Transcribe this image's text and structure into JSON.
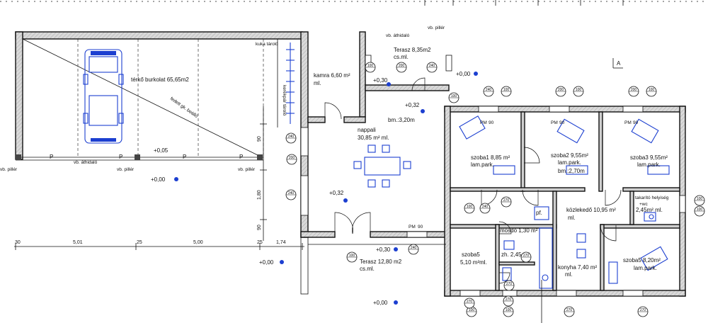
{
  "rooms": {
    "garage_surface": "térkő burkolat 65,65m2",
    "kamra": "kamra 6,60 m²",
    "kamra_floor": "ml.",
    "terasz_top": "Terasz 8,35m2",
    "terasz_top_floor": "cs.ml.",
    "nappali": "nappali",
    "nappali_area": "30,85 m² ml.",
    "nappali_height": "bm.:3,20m",
    "szoba1": "szoba1 8,85 m²",
    "szoba1_floor": "lam.park.",
    "szoba2": "szoba2 9,55m²",
    "szoba2_floor": "lam.park.",
    "szoba2_height": "bm.:2,70m",
    "szoba3": "szoba3 9,55m²",
    "szoba3_floor": "lam.park.",
    "kozlekedo": "közlekedő 10,95 m²",
    "kozlekedo_floor": "ml.",
    "takaritoszer": "takarító helyiség",
    "wc": "+wc",
    "wc_area": "2,45m² ml.",
    "mosdo": "mosdó 1,30 m²",
    "zuh": "zh. 2,45 m²",
    "konyha": "konyha 7,40 m²",
    "konyha_floor": "ml.",
    "szoba5": "szoba5",
    "szoba5_area": "5,10 m²ml.",
    "szoba6": "szoba5 8,20m²",
    "szoba6_floor": "lam.park.",
    "terasz_bottom": "Terasz 12,80 m2",
    "terasz_bottom_floor": "cs.ml.",
    "pf": "pf."
  },
  "labels": {
    "vb_athidalo_top": "vb. áthidaló",
    "vb_piller_top": "vb. pillér",
    "vb_athidalo_garage": "vb. áthidaló",
    "vb_piller_left": "vb. pillér",
    "vb_piller_mid": "vb. pillér",
    "vb_piller_right": "vb. pillér",
    "kuka_tarolo": "kuka tároló",
    "fedett_beallo": "fedett gk. beálló",
    "kerekpar_tarolo": "kerékpár tároló",
    "section_marker": "A",
    "p1": "P",
    "p2": "P",
    "p3": "P",
    "p4": "P"
  },
  "levels": {
    "l_garage": "+0,05",
    "l_garage_ground": "+0,00",
    "l_nappali": "+0,32",
    "l_terasz_top": "+0,30",
    "l_kozl": "+0,32",
    "l_top_right": "+0,00",
    "l_terasz_bottom": "+0,30",
    "l_left_bottom": "+0,00",
    "l_bottom": "+0,00"
  },
  "dimensions": {
    "d1": "30",
    "d2": "5,01",
    "d3": "25",
    "d4": "5,00",
    "d5": "25",
    "d6": "1,74",
    "v1": "1,80",
    "v2": "90",
    "v3": "90"
  },
  "tags": [
    "100",
    "200",
    "240",
    "100",
    "240",
    "100",
    "200",
    "100",
    "200",
    "100",
    "240",
    "200",
    "240",
    "100",
    "240",
    "100",
    "240",
    "100",
    "100",
    "270",
    "270",
    "270",
    "270",
    "270",
    "270",
    "270",
    "100",
    "100"
  ],
  "window_marks": [
    "PM",
    "90",
    "PM",
    "90",
    "PM",
    "90",
    "PM",
    "90"
  ]
}
